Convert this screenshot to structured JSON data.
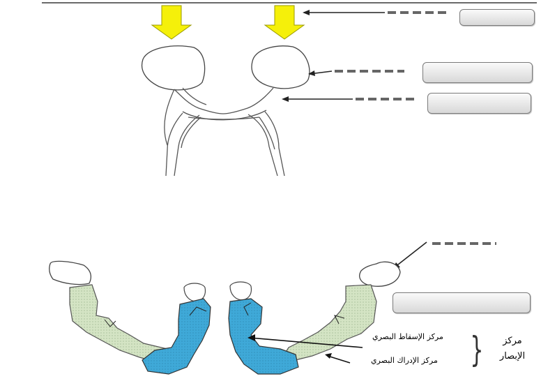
{
  "labels": {
    "projection_center": "مركز الإسقاط البصري",
    "perception_center": "مركز الإدراك البصري",
    "vision_center_line1": "مركز",
    "vision_center_line2": "الإبصار"
  },
  "answer_boxes": [
    "",
    "",
    "",
    ""
  ],
  "colors": {
    "arrow_fill": "#f5f00a",
    "arrow_stroke": "#9a9a00",
    "projection_area": "#3fa9d8",
    "perception_area": "#d4e4c4",
    "dash": "#666666"
  }
}
